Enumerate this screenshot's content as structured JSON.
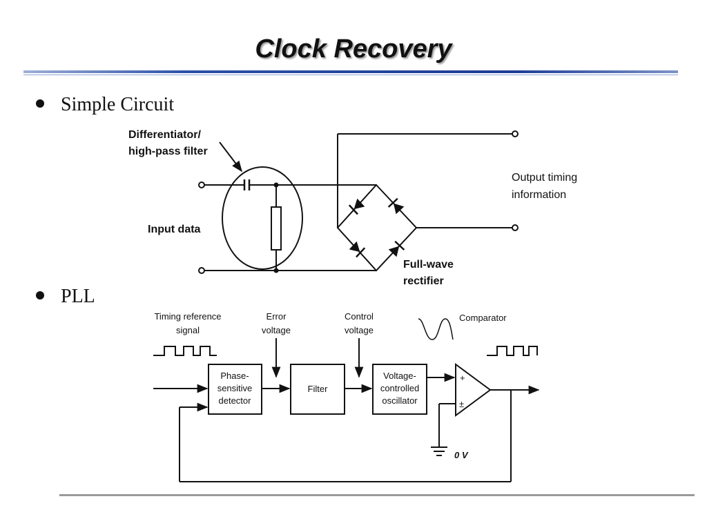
{
  "slide": {
    "title": "Clock Recovery",
    "bullets": [
      "Simple Circuit",
      "PLL"
    ]
  },
  "circuit": {
    "label_differentiator": [
      "Differentiator/",
      "high-pass filter"
    ],
    "label_input": "Input data",
    "label_output": [
      "Output timing",
      "information"
    ],
    "label_rectifier": [
      "Full-wave",
      "rectifier"
    ]
  },
  "pll": {
    "label_timing_ref": [
      "Timing reference",
      "signal"
    ],
    "label_error": [
      "Error",
      "voltage"
    ],
    "label_control": [
      "Control",
      "voltage"
    ],
    "label_comparator": "Comparator",
    "block_phase": [
      "Phase-",
      "sensitive",
      "detector"
    ],
    "block_filter": "Filter",
    "block_vco": [
      "Voltage-",
      "controlled",
      "oscillator"
    ],
    "comp_plus": "+",
    "comp_minus": "±",
    "ground_label": "0 V"
  }
}
